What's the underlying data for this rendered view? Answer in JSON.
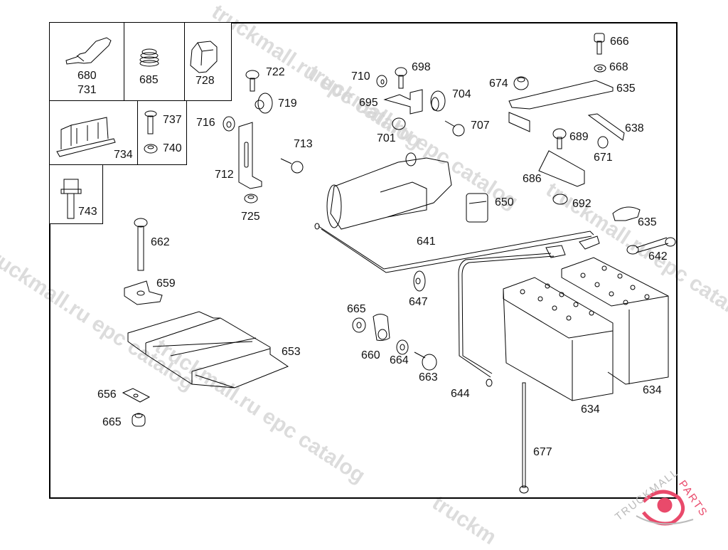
{
  "diagram": {
    "title": "Battery and battery mounting parts",
    "inset_boxes": [
      {
        "id": "box-cable-tie",
        "labels": [
          "680",
          "731"
        ]
      },
      {
        "id": "box-grommet",
        "labels": [
          "685"
        ]
      },
      {
        "id": "box-cap",
        "labels": [
          "728"
        ]
      },
      {
        "id": "box-holder",
        "labels": [
          "734"
        ]
      },
      {
        "id": "box-screw-nut",
        "labels": [
          "737",
          "740"
        ]
      },
      {
        "id": "box-connector",
        "labels": [
          "743"
        ]
      }
    ],
    "callouts": {
      "p680": "680",
      "p731": "731",
      "p685": "685",
      "p728": "728",
      "p734": "734",
      "p737": "737",
      "p740": "740",
      "p743": "743",
      "p722": "722",
      "p719": "719",
      "p716": "716",
      "p713": "713",
      "p712": "712",
      "p725": "725",
      "p710": "710",
      "p698": "698",
      "p695": "695",
      "p704": "704",
      "p701": "701",
      "p707": "707",
      "p666": "666",
      "p668": "668",
      "p674": "674",
      "p635a": "635",
      "p638": "638",
      "p689": "689",
      "p671": "671",
      "p686": "686",
      "p692": "692",
      "p635b": "635",
      "p642": "642",
      "p650": "650",
      "p641": "641",
      "p647": "647",
      "p662": "662",
      "p659": "659",
      "p653": "653",
      "p656": "656",
      "p665a": "665",
      "p665b": "665",
      "p660": "660",
      "p664": "664",
      "p663": "663",
      "p644": "644",
      "p634a": "634",
      "p634b": "634",
      "p677": "677"
    }
  },
  "watermarks": {
    "text1": "truckmall.ru epc catalog",
    "text2": "truckmall.ru epc catalog",
    "text3": "truckmall.ru epc catalog",
    "text4": "truckmall.ru epc catalog",
    "text5": "truckmall.ru epc catalog"
  },
  "logo": {
    "brand_main": "TRUCKMALL",
    "brand_accent": "PARTS",
    "accent_color": "#e94a6b"
  },
  "colors": {
    "line": "#000000",
    "watermark": "#d4d4d4",
    "background": "#ffffff"
  }
}
